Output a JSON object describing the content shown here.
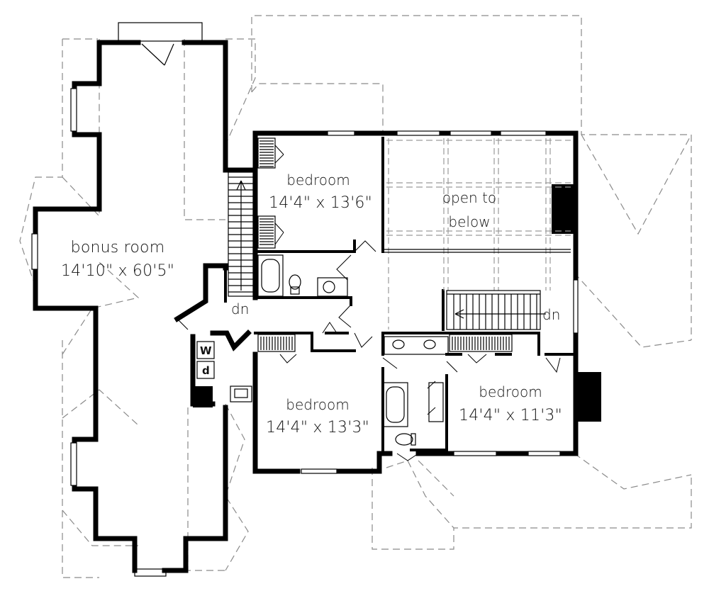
{
  "rooms": {
    "bonus": {
      "name": "bonus room",
      "size": "14'10\" x 60'5\""
    },
    "bedroom_ne": {
      "name": "bedroom",
      "size": "14'4\" x 13'6\""
    },
    "open": {
      "line1": "open to",
      "line2": "below"
    },
    "bedroom_s": {
      "name": "bedroom",
      "size": "14'4\" x 13'3\""
    },
    "bedroom_se": {
      "name": "bedroom",
      "size": "14'4\" x 11'3\""
    }
  },
  "stairs": {
    "dn_main": "dn",
    "dn_right": "dn"
  },
  "laundry": {
    "washer": "W",
    "dryer": "d"
  }
}
